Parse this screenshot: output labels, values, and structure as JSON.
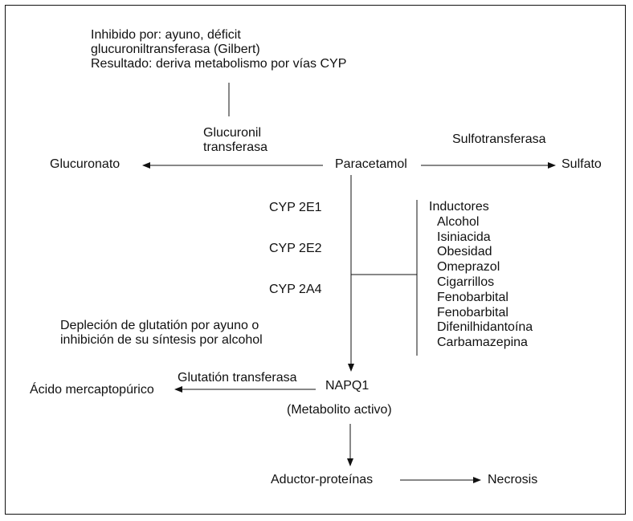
{
  "inhibition_note": {
    "line1": "Inhibido por: ayuno, déficit",
    "line2": "glucuroniltransferasa (Gilbert)",
    "line3": "Resultado: deriva metabolismo por vías CYP"
  },
  "glucuronil": {
    "line1": "Glucuronil",
    "line2": "transferasa"
  },
  "sulfotransferasa": "Sulfotransferasa",
  "glucuronato": "Glucuronato",
  "paracetamol": "Paracetamol",
  "sulfato": "Sulfato",
  "cyp": [
    "CYP 2E1",
    "CYP 2E2",
    "CYP 2A4"
  ],
  "inducers": {
    "title": "Inductores",
    "items": [
      "Alcohol",
      "Isiniacida",
      "Obesidad",
      "Omeprazol",
      "Cigarrillos",
      "Fenobarbital",
      "Fenobarbital",
      "Difenilhidantoína",
      "Carbamazepina"
    ]
  },
  "depletion": {
    "line1": "Depleción de glutatión por ayuno o",
    "line2": "inhibición de su síntesis por alcohol"
  },
  "glutation_transferasa": "Glutatión transferasa",
  "acido": "Ácido mercaptopúrico",
  "napq1": "NAPQ1",
  "metabolito": "(Metabolito activo)",
  "aductor": "Aductor-proteínas",
  "necrosis": "Necrosis"
}
